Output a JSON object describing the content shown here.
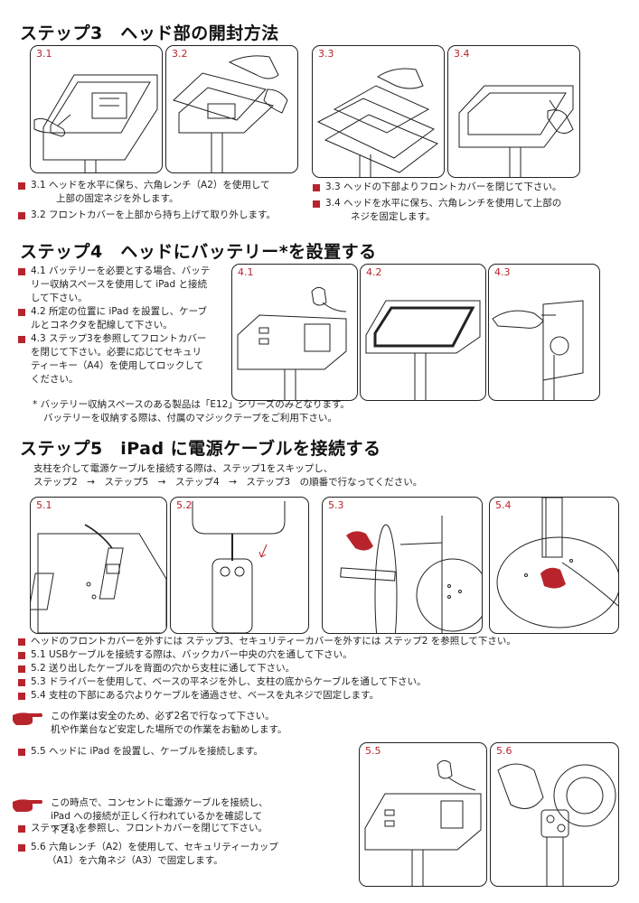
{
  "step3": {
    "title": "ステップ3　ヘッド部の開封方法",
    "panels": [
      "3.1",
      "3.2",
      "3.3",
      "3.4"
    ],
    "items_left": [
      {
        "line1": "3.1 ヘッドを水平に保ち、六角レンチ（A2）を使用して",
        "line2": "上部の固定ネジを外します。"
      },
      {
        "line1": "3.2 フロントカバーを上部から持ち上げて取り外します。",
        "line2": ""
      }
    ],
    "items_right": [
      {
        "line1": "3.3 ヘッドの下部よりフロントカバーを閉じて下さい。",
        "line2": ""
      },
      {
        "line1": "3.4 ヘッドを水平に保ち、六角レンチを使用して上部の",
        "line2": "ネジを固定します。"
      }
    ]
  },
  "step4": {
    "title": "ステップ4　ヘッドにバッテリー*を設置する",
    "panels": [
      "4.1",
      "4.2",
      "4.3"
    ],
    "items": [
      {
        "lines": [
          "4.1 バッテリーを必要とする場合、バッテ",
          "リー収納スペースを使用して iPad と接続",
          "して下さい。"
        ]
      },
      {
        "lines": [
          "4.2 所定の位置に iPad を設置し、ケーブ",
          "ルとコネクタを配線して下さい。"
        ]
      },
      {
        "lines": [
          "4.3 ステップ3を参照してフロントカバー",
          "を閉じて下さい。必要に応じてセキュリ",
          "ティーキー（A4）を使用してロックして",
          "ください。"
        ]
      }
    ],
    "note1": "* バッテリー収納スペースのある製品は「E12」シリーズのみとなります。",
    "note2": "バッテリーを収納する際は、付属のマジックテープをご利用下さい。"
  },
  "step5": {
    "title": "ステップ5　iPad に電源ケーブルを接続する",
    "intro1": "支柱を介して電源ケーブルを接続する際は、ステップ1をスキップし、",
    "intro2": "ステップ2　→　ステップ5　→　ステップ4　→　ステップ3　の順番で行なってください。",
    "panels": [
      "5.1",
      "5.2",
      "5.3",
      "5.4",
      "5.5",
      "5.6"
    ],
    "items": [
      "ヘッドのフロントカバーを外すには ステップ3、セキュリティーカバーを外すには ステップ2 を参照して下さい。",
      "5.1 USBケーブルを接続する際は、バックカバー中央の穴を通して下さい。",
      "5.2 送り出したケーブルを背面の穴から支柱に通して下さい。",
      "5.3 ドライバーを使用して、ベースの平ネジを外し、支柱の底からケーブルを通して下さい。",
      "5.4 支柱の下部にある穴よりケーブルを通過させ、ベースを丸ネジで固定します。"
    ],
    "caution1": [
      "この作業は安全のため、必ず2名で行なって下さい。",
      "机や作業台など安定した場所での作業をお勧めします。"
    ],
    "item55": "5.5 ヘッドに iPad を設置し、ケーブルを接続します。",
    "caution2": [
      "この時点で、コンセントに電源ケーブルを接続し、",
      "iPad への接続が正しく行われているかを確認して",
      "下さい。"
    ],
    "item_ref": "ステップ3 を参照し、フロントカバーを閉じて下さい。",
    "item56": [
      "5.6 六角レンチ（A2）を使用して、セキュリティーカップ",
      "（A1）を六角ネジ（A3）で固定します。"
    ]
  },
  "colors": {
    "accent": "#b8242c",
    "line": "#222222"
  }
}
